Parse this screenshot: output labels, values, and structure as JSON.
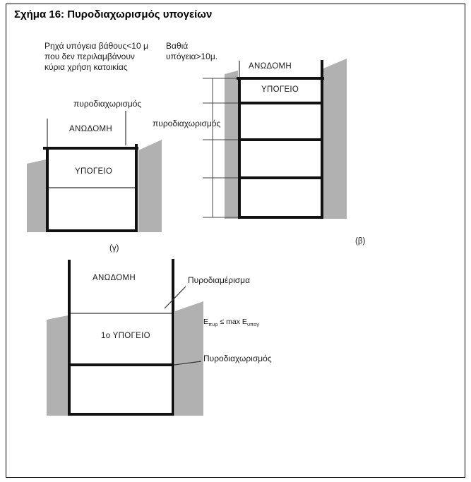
{
  "figure": {
    "title": "Σχήμα 16: Πυροδιαχωρισμός υπογείων"
  },
  "diagram_gamma": {
    "annotation": "Ρηχά υπόγεια βάθους<10 μ\nπου δεν περιλαμβάνουν\nκύρια χρήση κατοικίας",
    "fire_separation_label": "πυροδιαχωρισμός",
    "superstructure_label": "ΑΝΩΔΟΜΗ",
    "basement_label": "ΥΠΟΓΕΙΟ",
    "caption": "(γ)"
  },
  "diagram_beta": {
    "annotation": "Βαθιά\nυπόγεια>10μ.",
    "superstructure_label": "ΑΝΩΔΟΜΗ",
    "basement_label": "ΥΠΟΓΕΙΟ",
    "fire_separation_label": "πυροδιαχωρισμός",
    "caption": "(β)"
  },
  "diagram_bottom": {
    "superstructure_label": "ΑΝΩΔΟΜΗ",
    "basement_label": "1ο ΥΠΟΓΕΙΟ",
    "fire_compartment_label": "Πυροδιαμέρισμα",
    "formula": {
      "e1": "E",
      "sub1": "πυρ",
      "mid": " ≤ max ",
      "e2": "E",
      "sub2": "υπογ"
    },
    "fire_separation_label": "Πυροδιαχωρισμός"
  },
  "colors": {
    "ground_gray": "#b1b1b1",
    "line_black": "#111111"
  }
}
